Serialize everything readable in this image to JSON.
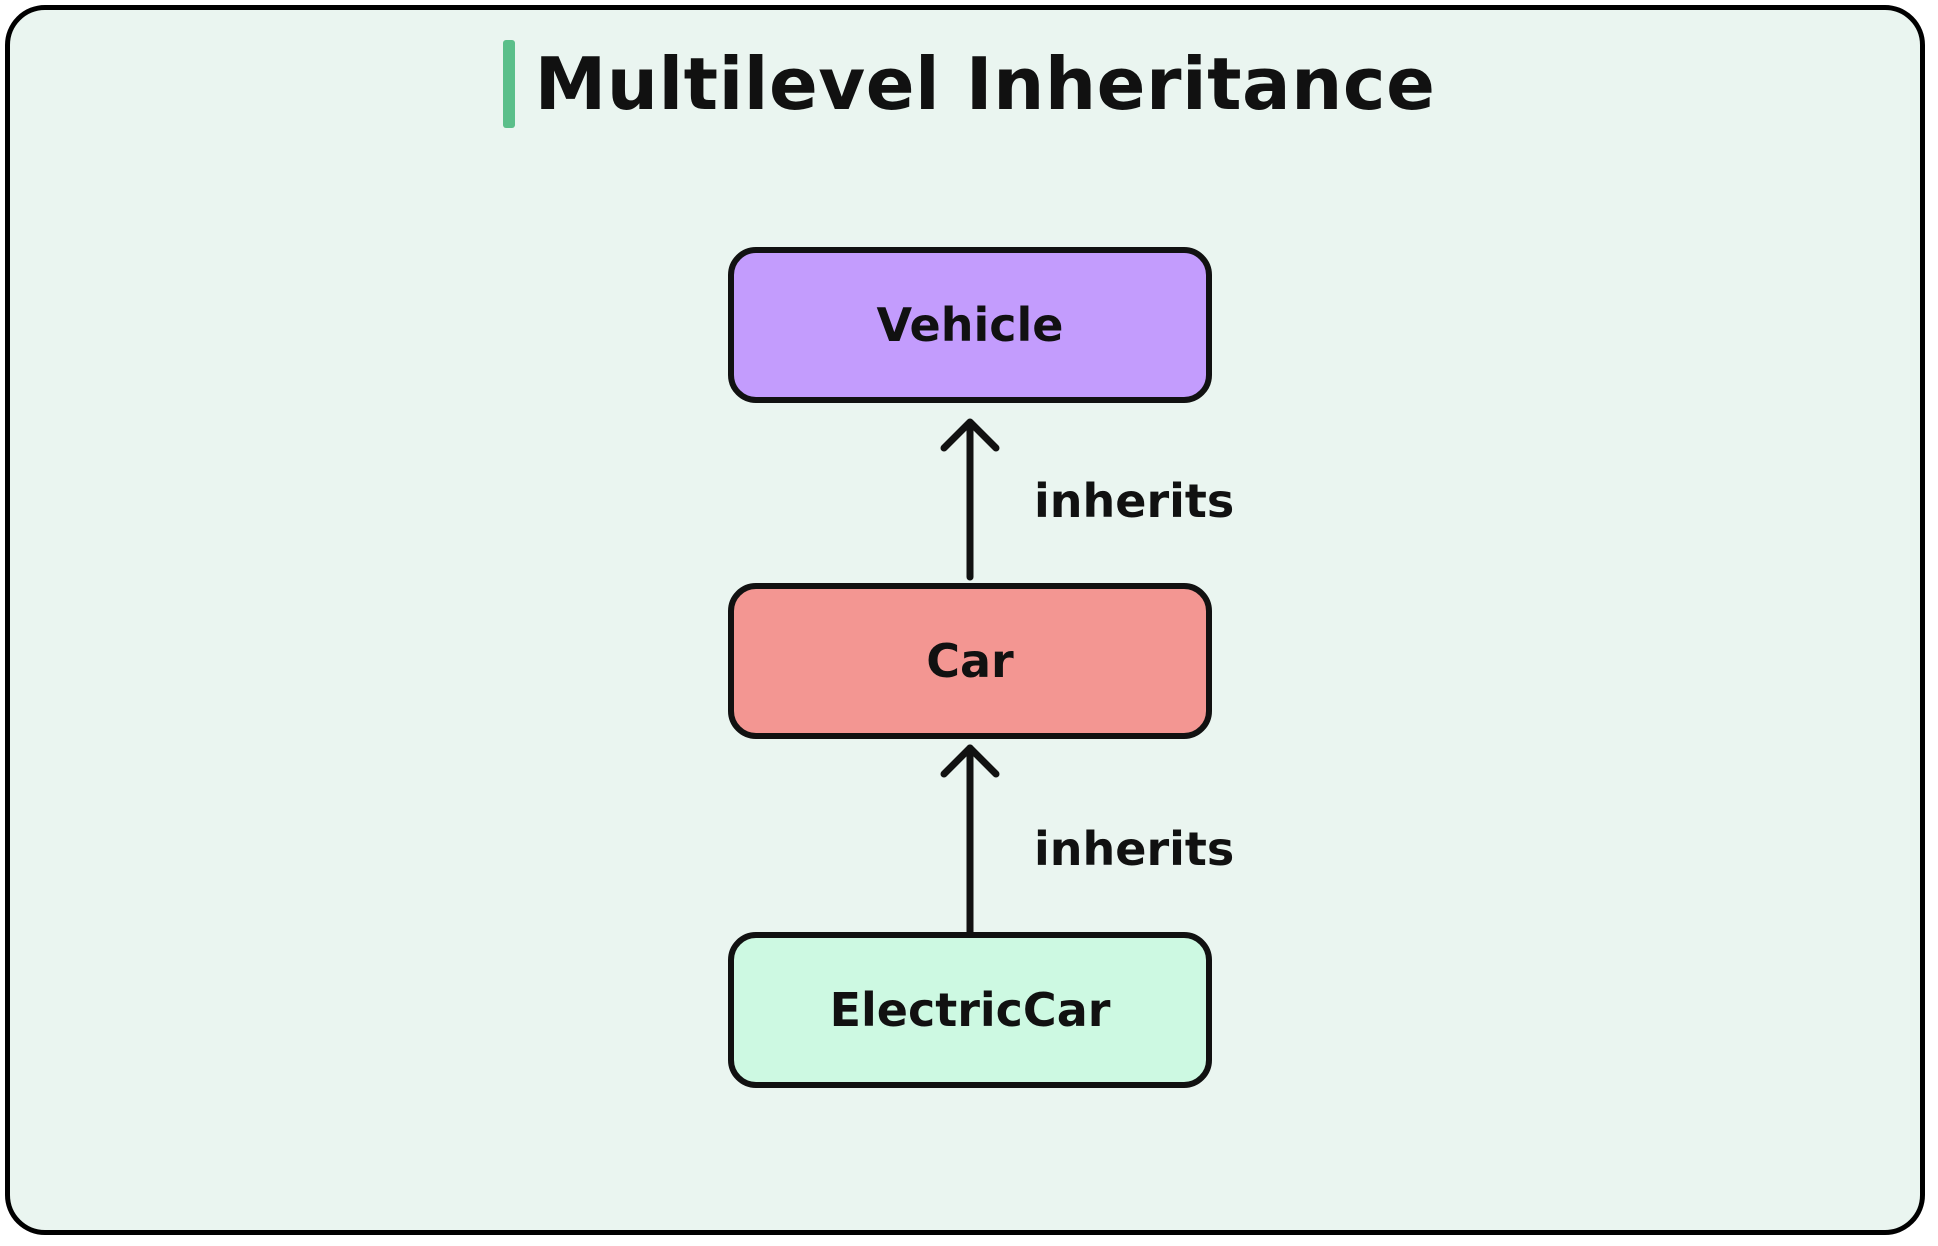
{
  "title": "Multilevel Inheritance",
  "colors": {
    "background": "#eaf5f0",
    "accent_bar": "#5bbf8a",
    "vehicle": "#c39cfd",
    "car": "#f39692",
    "electric_car": "#cdf9e2",
    "stroke": "#111111"
  },
  "nodes": [
    {
      "label": "Vehicle"
    },
    {
      "label": "Car"
    },
    {
      "label": "ElectricCar"
    }
  ],
  "edges": [
    {
      "from": "Car",
      "to": "Vehicle",
      "label": "inherits"
    },
    {
      "from": "ElectricCar",
      "to": "Car",
      "label": "inherits"
    }
  ]
}
